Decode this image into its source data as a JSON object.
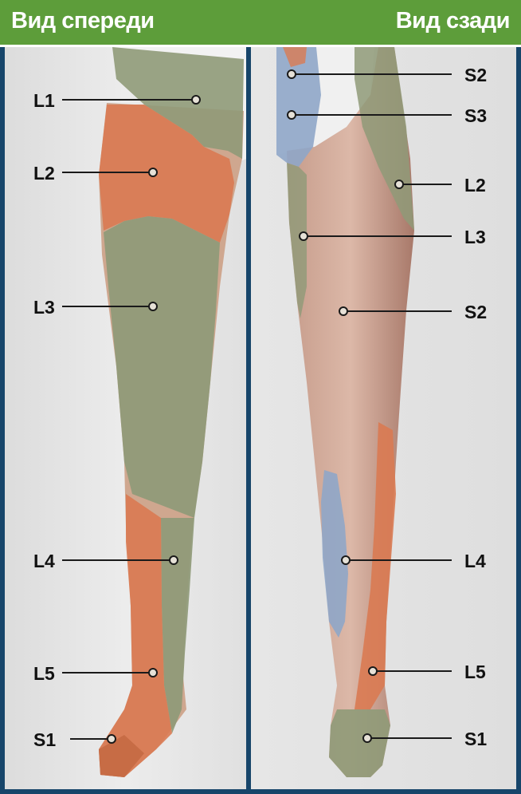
{
  "header": {
    "front_title": "Вид спереди",
    "back_title": "Вид сзади"
  },
  "front_view": {
    "labels": [
      "L1",
      "L2",
      "L3",
      "L4",
      "L5",
      "S1"
    ]
  },
  "back_view": {
    "labels": [
      "S2",
      "S3",
      "L2",
      "L3",
      "S2",
      "L4",
      "L5",
      "S1"
    ]
  },
  "colors": {
    "header": "#5d9d3a",
    "frame": "#17456a",
    "panel": "#e7e7e7",
    "dermatome_green": "#8f9a78",
    "dermatome_orange": "#d97a52",
    "dermatome_blue": "#8fa6c8",
    "skin": "#d8b3a2"
  }
}
